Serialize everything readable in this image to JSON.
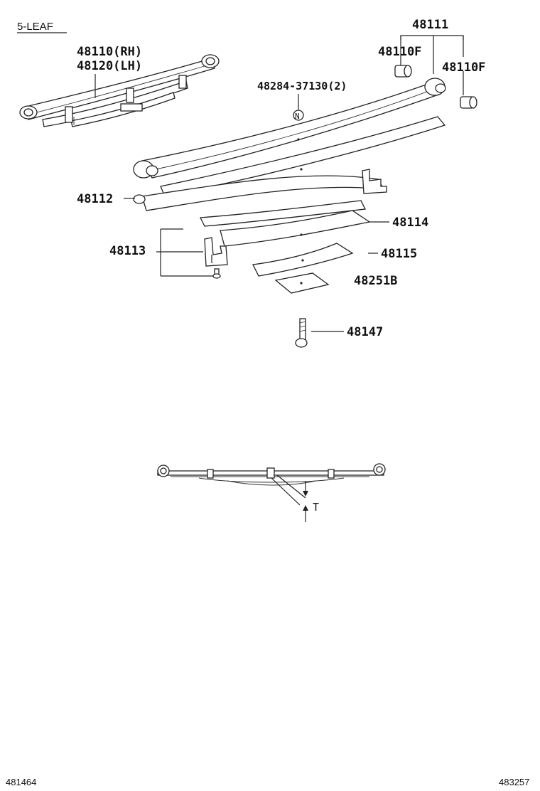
{
  "header": {
    "variant": "5-LEAF"
  },
  "labels": {
    "assembly_rh": "48110(RH)",
    "assembly_lh": "48120(LH)",
    "bolt_note": "48284-37130(2)",
    "bushing_group": "48111",
    "bushing_left": "48110F",
    "bushing_right": "48110F",
    "leaf_2": "48112",
    "leaf_4": "48114",
    "clip_group": "48113",
    "leaf_5": "48115",
    "leaf_plate": "48251B",
    "center_bolt": "48147",
    "note_marker": "N",
    "thickness": "T"
  },
  "footer": {
    "left_code": "481464",
    "right_code": "483257"
  }
}
